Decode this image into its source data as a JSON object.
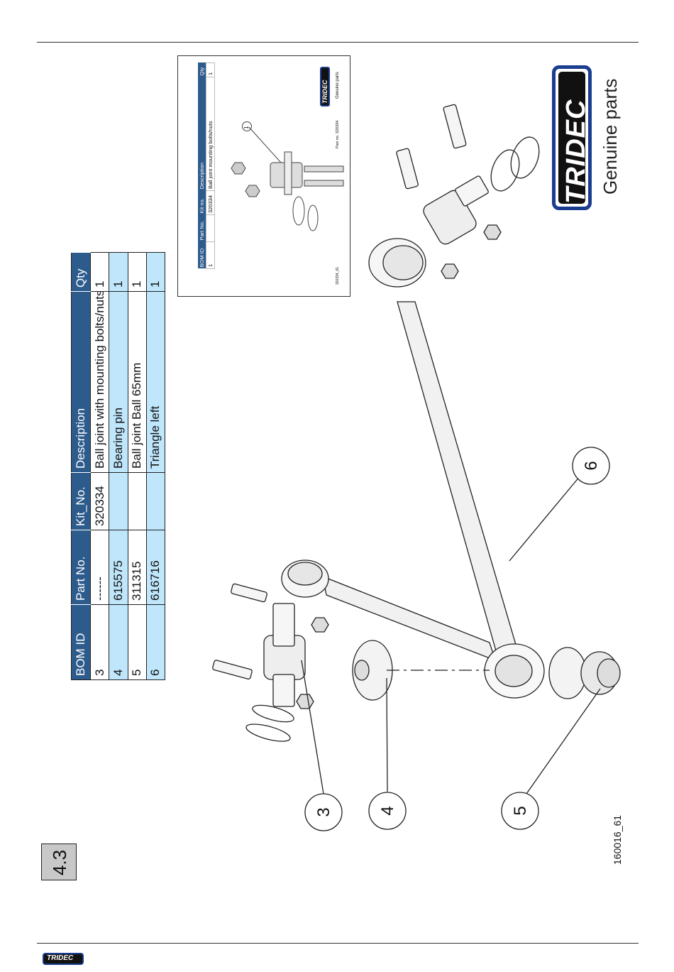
{
  "section": "4.3",
  "drawing_id": "160016_61",
  "brand": {
    "name": "TRIDEC",
    "tagline": "Genuine parts",
    "color": "#1a3d8f"
  },
  "bom": {
    "headers": [
      "BOM ID",
      "Part No.",
      "Kit_No.",
      "Description",
      "Qty"
    ],
    "rows": [
      [
        "3",
        "------",
        "320334",
        "Ball joint with mounting bolts/nuts",
        "1"
      ],
      [
        "4",
        "615575",
        "",
        "Bearing pin",
        "1"
      ],
      [
        "5",
        "311315",
        "",
        "Ball joint Ball 65mm",
        "1"
      ],
      [
        "6",
        "616716",
        "",
        "Triangle left",
        "1"
      ]
    ]
  },
  "callouts": [
    "3",
    "4",
    "5",
    "6"
  ],
  "thumbnail": {
    "headers": [
      "BOM ID",
      "Part No.",
      "Kit no.",
      "Description",
      "Qty"
    ],
    "rows": [
      [
        "1",
        "",
        "320334",
        "Ball joint mounting bolts/nuts",
        "1"
      ]
    ],
    "callout": "1",
    "part_label": "Part no. 320334",
    "drawing_id": "320334_61",
    "brand": "TRIDEC",
    "tagline": "Genuine parts"
  }
}
